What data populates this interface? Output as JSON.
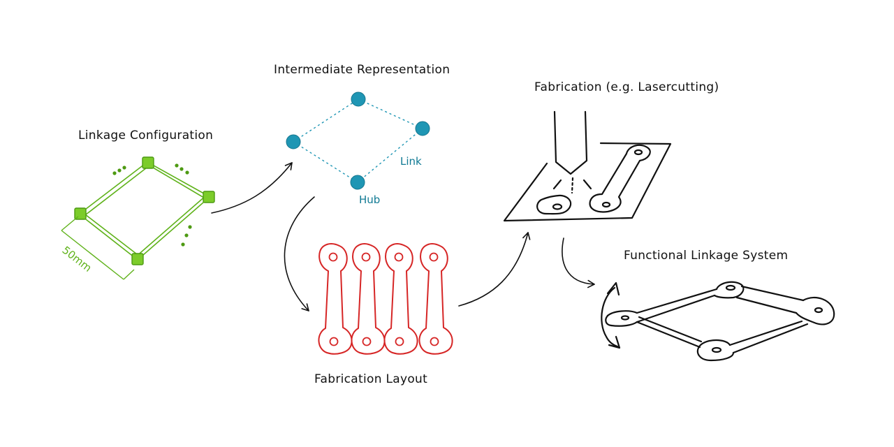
{
  "labels": {
    "linkage_configuration": "Linkage Configuration",
    "intermediate_representation": "Intermediate Representation",
    "fabrication_lasercutting": "Fabrication (e.g. Lasercutting)",
    "fabrication_layout": "Fabrication Layout",
    "functional_linkage_system": "Functional Linkage System",
    "link": "Link",
    "hub": "Hub",
    "dimension": "50mm"
  },
  "colors": {
    "green": "#5fb21a",
    "green_fill": "#7ccc2a",
    "teal": "#1f96b4",
    "teal_text": "#117a94",
    "red": "#d62525",
    "ink": "#111111"
  }
}
